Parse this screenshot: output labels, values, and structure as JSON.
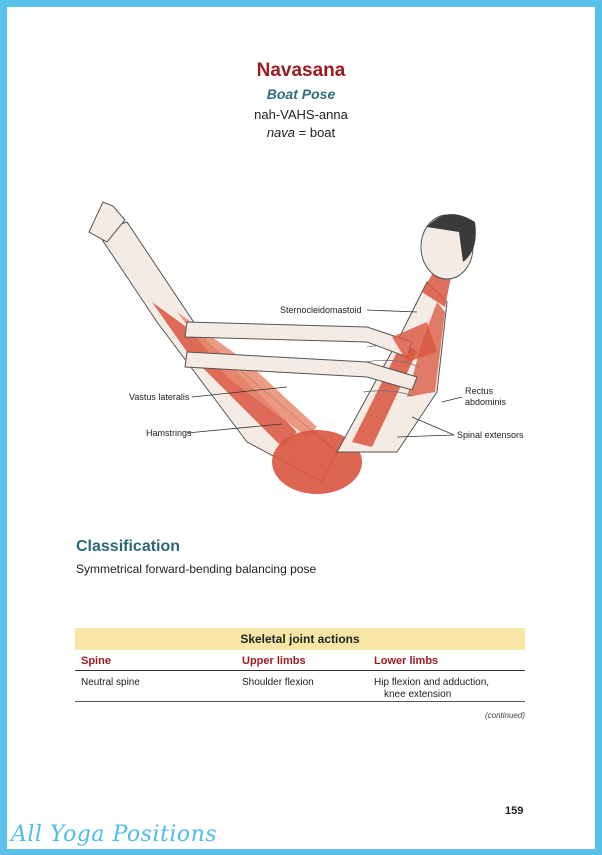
{
  "header": {
    "title": "Navasana",
    "subtitle": "Boat Pose",
    "pronunciation": "nah-VAHS-anna",
    "meaning_term": "nava",
    "meaning_rest": " = boat"
  },
  "figure": {
    "labels": {
      "sternocleidomastoid": "Sternocleidomastoid",
      "vastus_lateralis": "Vastus lateralis",
      "hamstrings": "Hamstrings",
      "rectus_line1": "Rectus",
      "rectus_line2": "abdominis",
      "spinal_extensors": "Spinal extensors"
    },
    "colors": {
      "muscle": "#d9553f",
      "muscle_light": "#e98a70",
      "line": "#333333"
    }
  },
  "classification": {
    "heading": "Classification",
    "text": "Symmetrical forward-bending balancing pose"
  },
  "joint_table": {
    "title": "Skeletal joint actions",
    "columns": [
      "Spine",
      "Upper limbs",
      "Lower limbs"
    ],
    "row": [
      "Neutral spine",
      "Shoulder flexion",
      "Hip flexion and adduction,",
      "knee extension"
    ],
    "continued": "(continued)"
  },
  "page_number": "159",
  "watermark": "All Yoga Positions",
  "colors": {
    "border": "#59c1ea",
    "title": "#9b1b1f",
    "heading": "#2a6878",
    "table_band": "#f8e7a4"
  }
}
